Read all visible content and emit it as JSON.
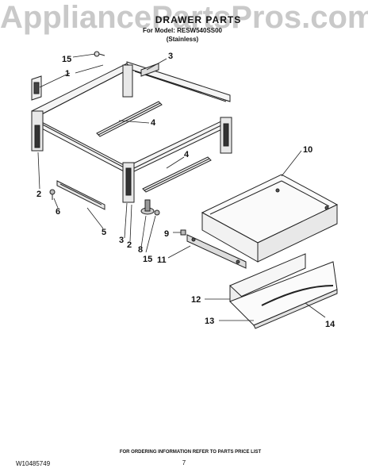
{
  "watermark": "AppliancePartsPros.com",
  "header": {
    "title": "DRAWER PARTS",
    "model_line": "For Model: RESW540SS00",
    "variant": "(Stainless)"
  },
  "callouts": {
    "c1": "1",
    "c2a": "2",
    "c2b": "2",
    "c3a": "3",
    "c3b": "3",
    "c4a": "4",
    "c4b": "4",
    "c5": "5",
    "c6": "6",
    "c8": "8",
    "c9": "9",
    "c10": "10",
    "c11": "11",
    "c12": "12",
    "c13": "13",
    "c14": "14",
    "c15a": "15",
    "c15b": "15"
  },
  "footer": {
    "doc_number": "W10485749",
    "ordering_note": "FOR ORDERING INFORMATION REFER TO PARTS PRICE LIST",
    "page": "7"
  }
}
